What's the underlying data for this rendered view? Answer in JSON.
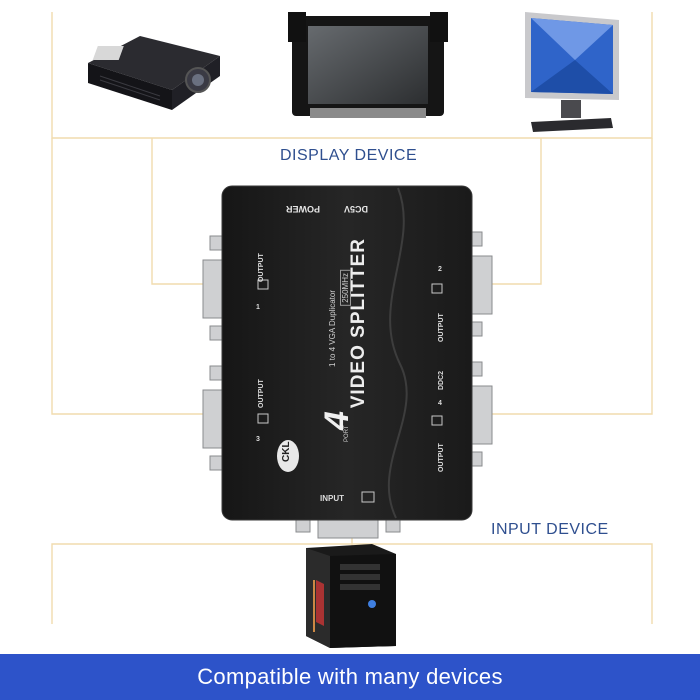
{
  "scene": {
    "display_label": "DISPLAY DEVICE",
    "input_label": "INPUT DEVICE",
    "banner_text": "Compatible with many devices"
  },
  "device": {
    "title": "VIDEO SPLITTER",
    "subtitle": "1 to 4 VGA Duplicator",
    "frequency": "250MHz",
    "model_number": "4",
    "model_word": "PORT",
    "power_label": "POWER",
    "dc_label": "DC5V",
    "output_label": "OUTPUT",
    "input_label": "INPUT",
    "ddc_label": "DDC2",
    "brand": "CKL",
    "port_numbers": [
      "1",
      "2",
      "3",
      "4"
    ]
  },
  "colors": {
    "banner": "#2d53c9",
    "label": "#2f4f8f",
    "wire": "#f0d9a6",
    "body": "#1f1f1f"
  }
}
